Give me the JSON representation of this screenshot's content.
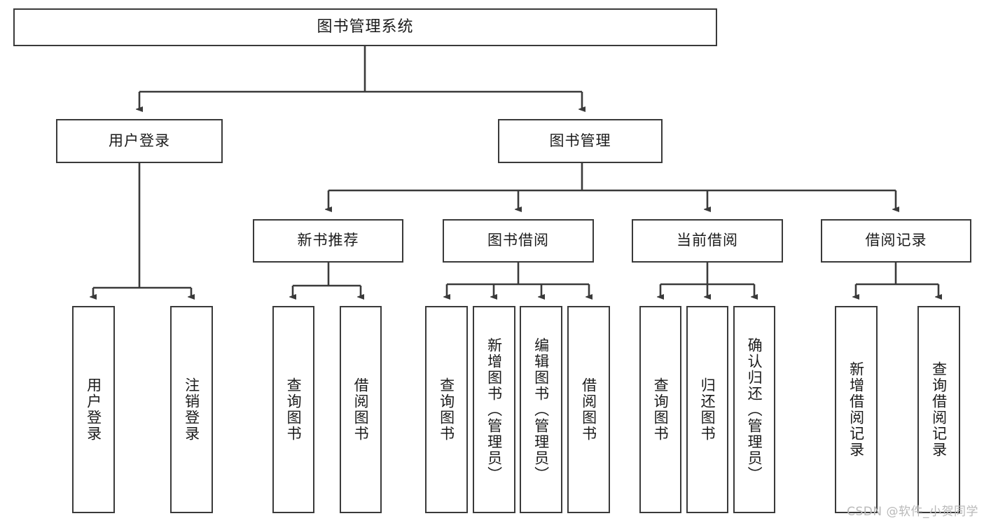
{
  "diagram": {
    "title": "图书管理系统",
    "watermark": "CSDN @软件_小贺同学",
    "line_color": "#3a3a3a",
    "box_border_color": "#3a3a3a",
    "box_fill_color": "#ffffff",
    "text_color": "#1b1b1b",
    "watermark_color": "#b9b9b9"
  },
  "root": {
    "label": "图书管理系统"
  },
  "level2": [
    {
      "label": "用户登录"
    },
    {
      "label": "图书管理"
    }
  ],
  "level3": [
    {
      "label": "新书推荐"
    },
    {
      "label": "图书借阅"
    },
    {
      "label": "当前借阅"
    },
    {
      "label": "借阅记录"
    }
  ],
  "leaves": {
    "user_login": [
      {
        "label": "用户登录"
      },
      {
        "label": "注销登录"
      }
    ],
    "new_book": [
      {
        "label": "查询图书"
      },
      {
        "label": "借阅图书"
      }
    ],
    "book_borrow": [
      {
        "label": "查询图书"
      },
      {
        "label": "新增图书（管理员）"
      },
      {
        "label": "编辑图书（管理员）"
      },
      {
        "label": "借阅图书"
      }
    ],
    "current_borrow": [
      {
        "label": "查询图书"
      },
      {
        "label": "归还图书"
      },
      {
        "label": "确认归还（管理员）"
      }
    ],
    "borrow_record": [
      {
        "label": "新增借阅记录"
      },
      {
        "label": "查询借阅记录"
      }
    ]
  }
}
